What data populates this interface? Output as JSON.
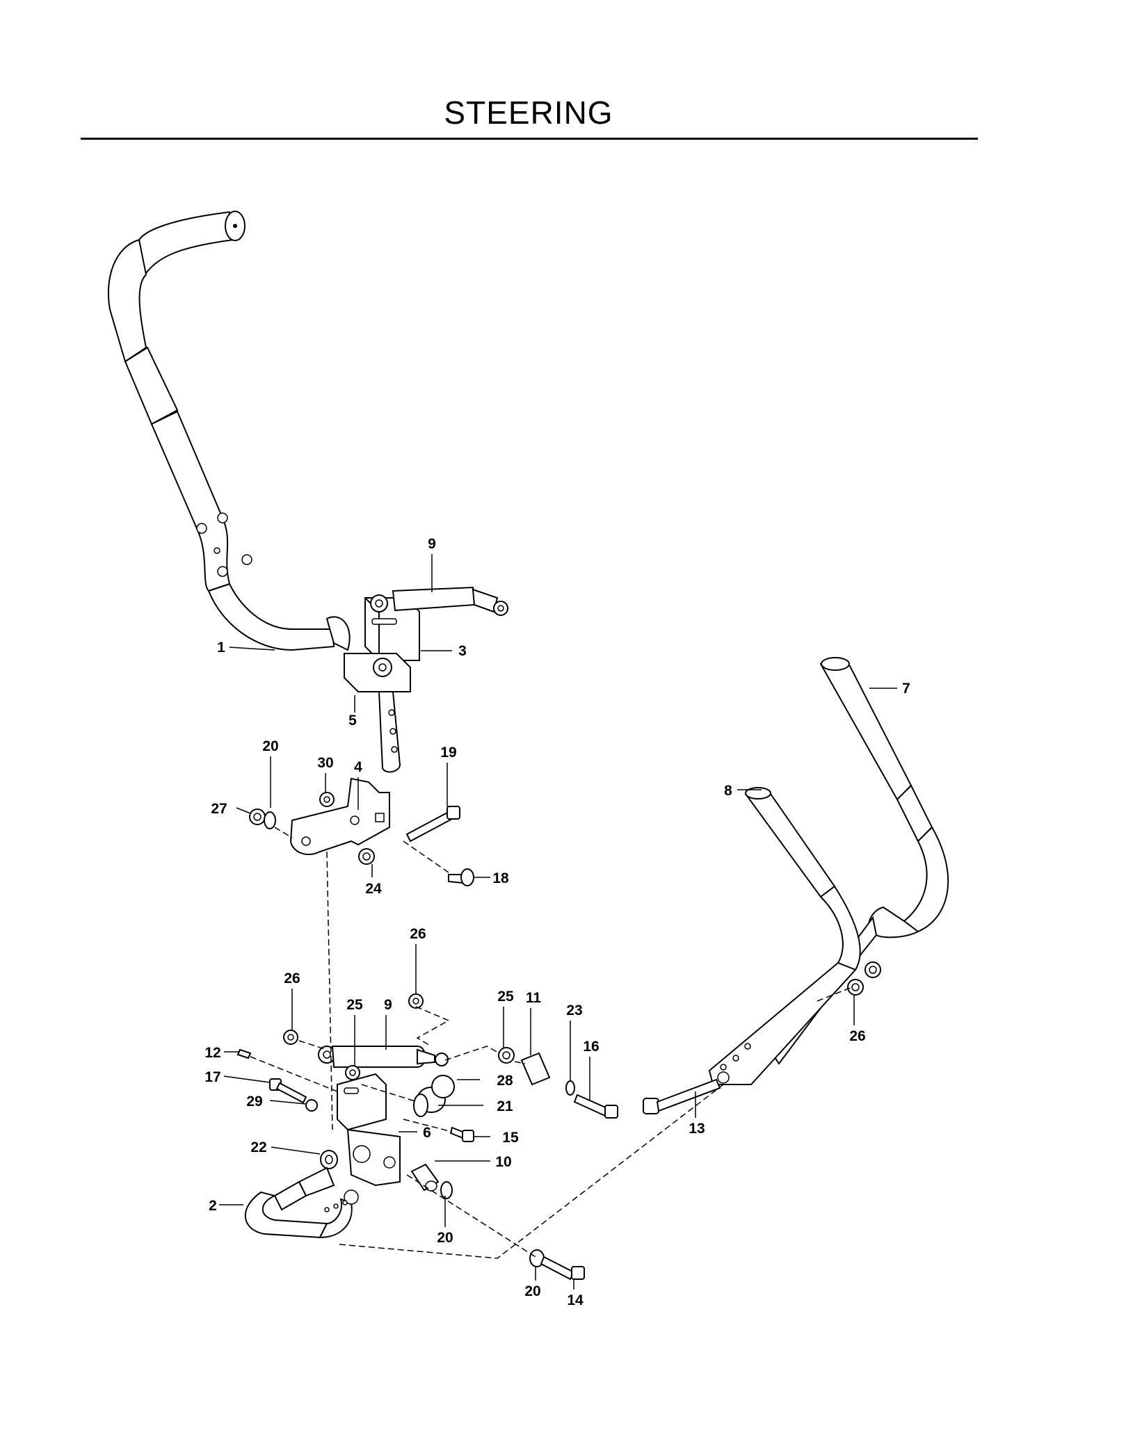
{
  "title": "STEERING",
  "colors": {
    "ink": "#000000",
    "paper": "#ffffff"
  },
  "callouts": {
    "c1": "1",
    "c2": "2",
    "c3": "3",
    "c4": "4",
    "c5": "5",
    "c6": "6",
    "c7": "7",
    "c8": "8",
    "c9a": "9",
    "c9b": "9",
    "c10": "10",
    "c11": "11",
    "c12": "12",
    "c13": "13",
    "c14": "14",
    "c15": "15",
    "c16": "16",
    "c17": "17",
    "c18": "18",
    "c19": "19",
    "c20a": "20",
    "c20b": "20",
    "c20c": "20",
    "c21": "21",
    "c22": "22",
    "c23": "23",
    "c24": "24",
    "c25a": "25",
    "c25b": "25",
    "c26a": "26",
    "c26b": "26",
    "c26c": "26",
    "c27": "27",
    "c28": "28",
    "c29": "29",
    "c30": "30"
  }
}
